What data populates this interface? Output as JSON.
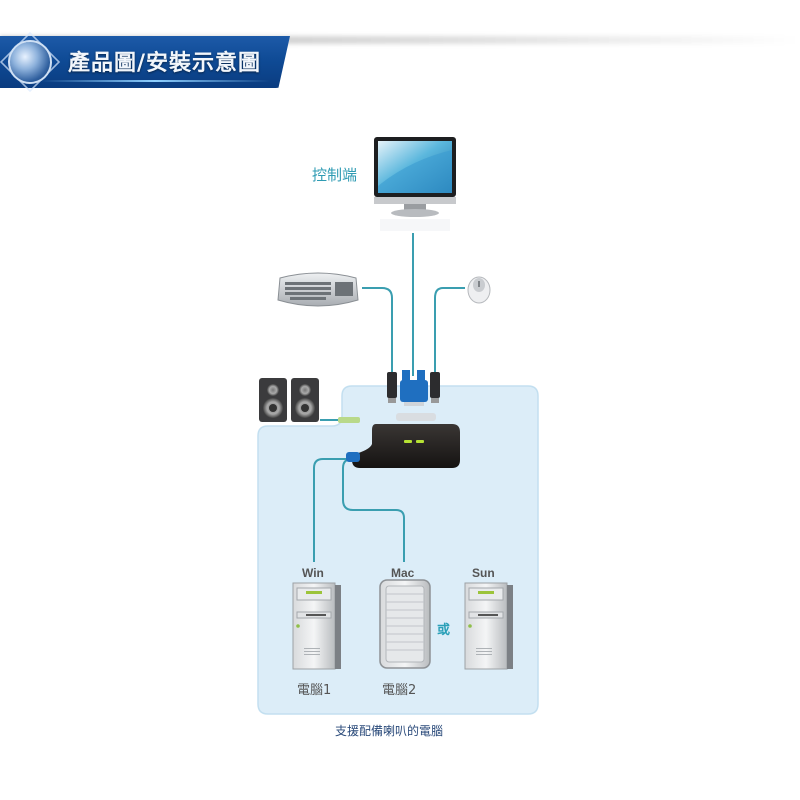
{
  "header": {
    "title": "產品圖/安裝示意圖",
    "icon": "globe-icon"
  },
  "diagram": {
    "console_label": "控制端",
    "devices": {
      "monitor": "monitor-icon",
      "keyboard": "keyboard-icon",
      "mouse": "mouse-icon",
      "speakers": "speakers-icon",
      "kvm_switch": "kvm-switch-icon"
    },
    "computers": [
      {
        "os": "Win",
        "label": "電腦1",
        "icon": "tower-pc-icon"
      },
      {
        "os": "Mac",
        "label": "電腦2",
        "icon": "mac-pro-icon"
      },
      {
        "os": "Sun",
        "label": "",
        "icon": "tower-pc-icon"
      }
    ],
    "or_label": "或",
    "caption": "支援配備喇叭的電腦"
  },
  "colors": {
    "banner": "#0f4b96",
    "panel_bg": "#dcedf8",
    "cable": "#3a9eb0",
    "vga_connector": "#1f6fc0",
    "accent_text": "#2e9bb3"
  }
}
